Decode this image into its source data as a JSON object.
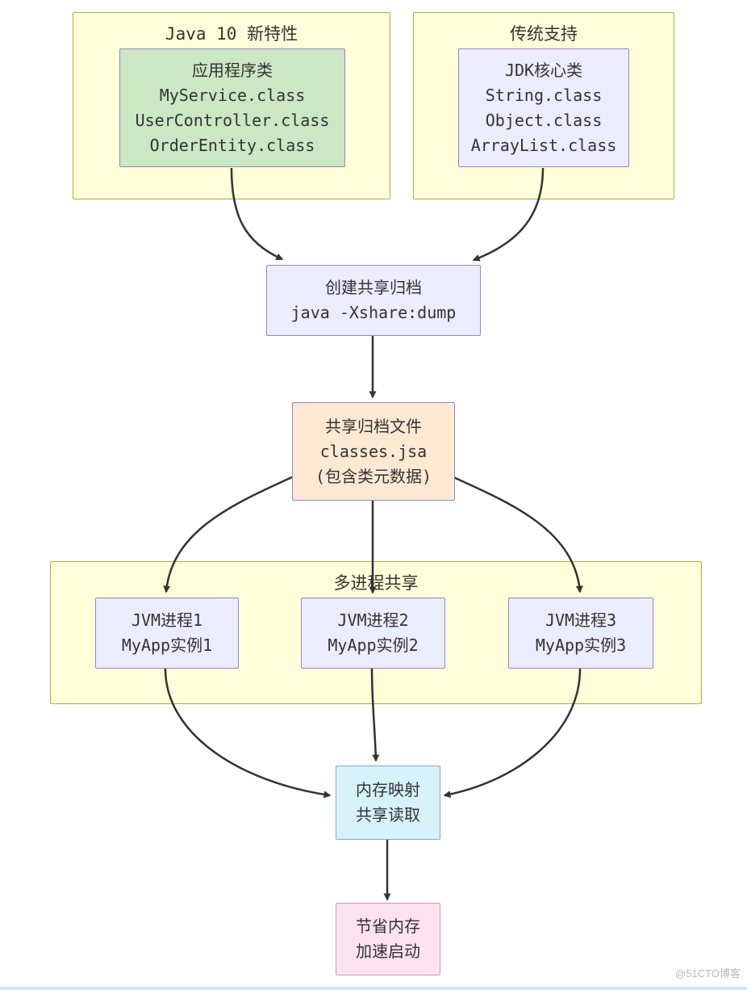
{
  "groups": {
    "java10": {
      "title": "Java 10 新特性"
    },
    "legacy": {
      "title": "传统支持"
    },
    "multi": {
      "title": "多进程共享"
    }
  },
  "nodes": {
    "app": {
      "lines": [
        "应用程序类",
        "MyService.class",
        "UserController.class",
        "OrderEntity.class"
      ]
    },
    "jdk": {
      "lines": [
        "JDK核心类",
        "String.class",
        "Object.class",
        "ArrayList.class"
      ]
    },
    "create": {
      "lines": [
        "创建共享归档",
        "java -Xshare:dump"
      ]
    },
    "archive": {
      "lines": [
        "共享归档文件",
        "classes.jsa",
        "(包含类元数据)"
      ]
    },
    "jvm1": {
      "lines": [
        "JVM进程1",
        "MyApp实例1"
      ]
    },
    "jvm2": {
      "lines": [
        "JVM进程2",
        "MyApp实例2"
      ]
    },
    "jvm3": {
      "lines": [
        "JVM进程3",
        "MyApp实例3"
      ]
    },
    "mem": {
      "lines": [
        "内存映射",
        "共享读取"
      ]
    },
    "benefit": {
      "lines": [
        "节省内存",
        "加速启动"
      ]
    }
  },
  "colors": {
    "group_fill": "#ffffd9",
    "group_border": "#adad3f",
    "green_fill": "#cbe7c4",
    "lavender_fill": "#ececff",
    "orange_fill": "#ffe9d3",
    "blue_fill": "#d6f2fa",
    "pink_fill": "#ffe2f0",
    "node_border": "#9486c9",
    "arrow": "#333333"
  },
  "watermark": "@51CTO博客"
}
